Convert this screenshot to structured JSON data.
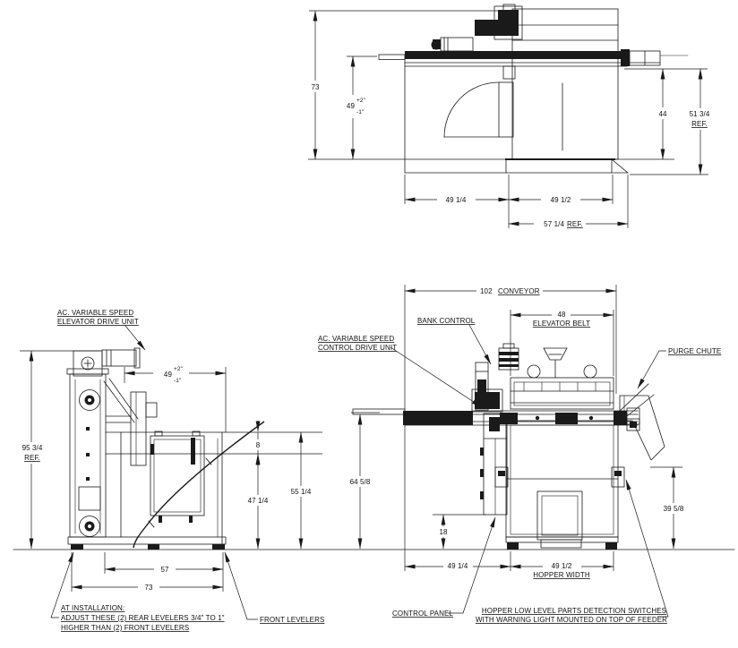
{
  "drawing": {
    "type": "equipment installation dimension drawing",
    "units": "inches",
    "line_color": "#1a1a1a",
    "background": "#ffffff"
  },
  "top_view": {
    "dim_73": "73",
    "dim_49": "49",
    "tol_plus": "+2\"",
    "tol_minus": "-1\"",
    "dim_44": "44",
    "dim_51_34": "51 3/4",
    "dim_51_34_ref": "REF.",
    "dim_49_14": "49 1/4",
    "dim_49_12": "49 1/2",
    "dim_57_14": "57 1/4",
    "dim_57_14_ref": "REF."
  },
  "side_view": {
    "drive_label_1": "AC. VARIABLE SPEED",
    "drive_label_2": "ELEVATOR DRIVE UNIT",
    "dim_95_34": "95 3/4",
    "dim_95_34_ref": "REF.",
    "dim_49": "49",
    "tol_plus": "+2\"",
    "tol_minus": "-1\"",
    "dim_8": "8",
    "dim_47_14": "47 1/4",
    "dim_55_14": "55 1/4",
    "dim_57": "57",
    "dim_73": "73",
    "install_note_1": "AT INSTALLATION:",
    "install_note_2": "ADJUST THESE (2) REAR LEVELERS 3/4\" TO 1\"",
    "install_note_3": "HIGHER THAN (2) FRONT LEVELERS",
    "front_levelers_label": "FRONT LEVELERS"
  },
  "front_view": {
    "dim_102": "102",
    "conveyor_label": "CONVEYOR",
    "dim_48": "48",
    "elevator_belt_label": "ELEVATOR BELT",
    "bank_control_label": "BANK CONTROL",
    "control_drive_label_1": "AC. VARIABLE SPEED",
    "control_drive_label_2": "CONTROL DRIVE UNIT",
    "purge_chute_label": "PURGE CHUTE",
    "dim_64_58": "64 5/8",
    "dim_18": "18",
    "dim_39_58": "39 5/8",
    "dim_49_14": "49 1/4",
    "dim_49_12": "49 1/2",
    "hopper_width_label": "HOPPER WIDTH",
    "control_panel_label": "CONTROL PANEL",
    "switch_note_1": "HOPPER LOW LEVEL PARTS DETECTION SWITCHES",
    "switch_note_2": "WITH WARNING LIGHT MOUNTED ON TOP OF FEEDER"
  }
}
